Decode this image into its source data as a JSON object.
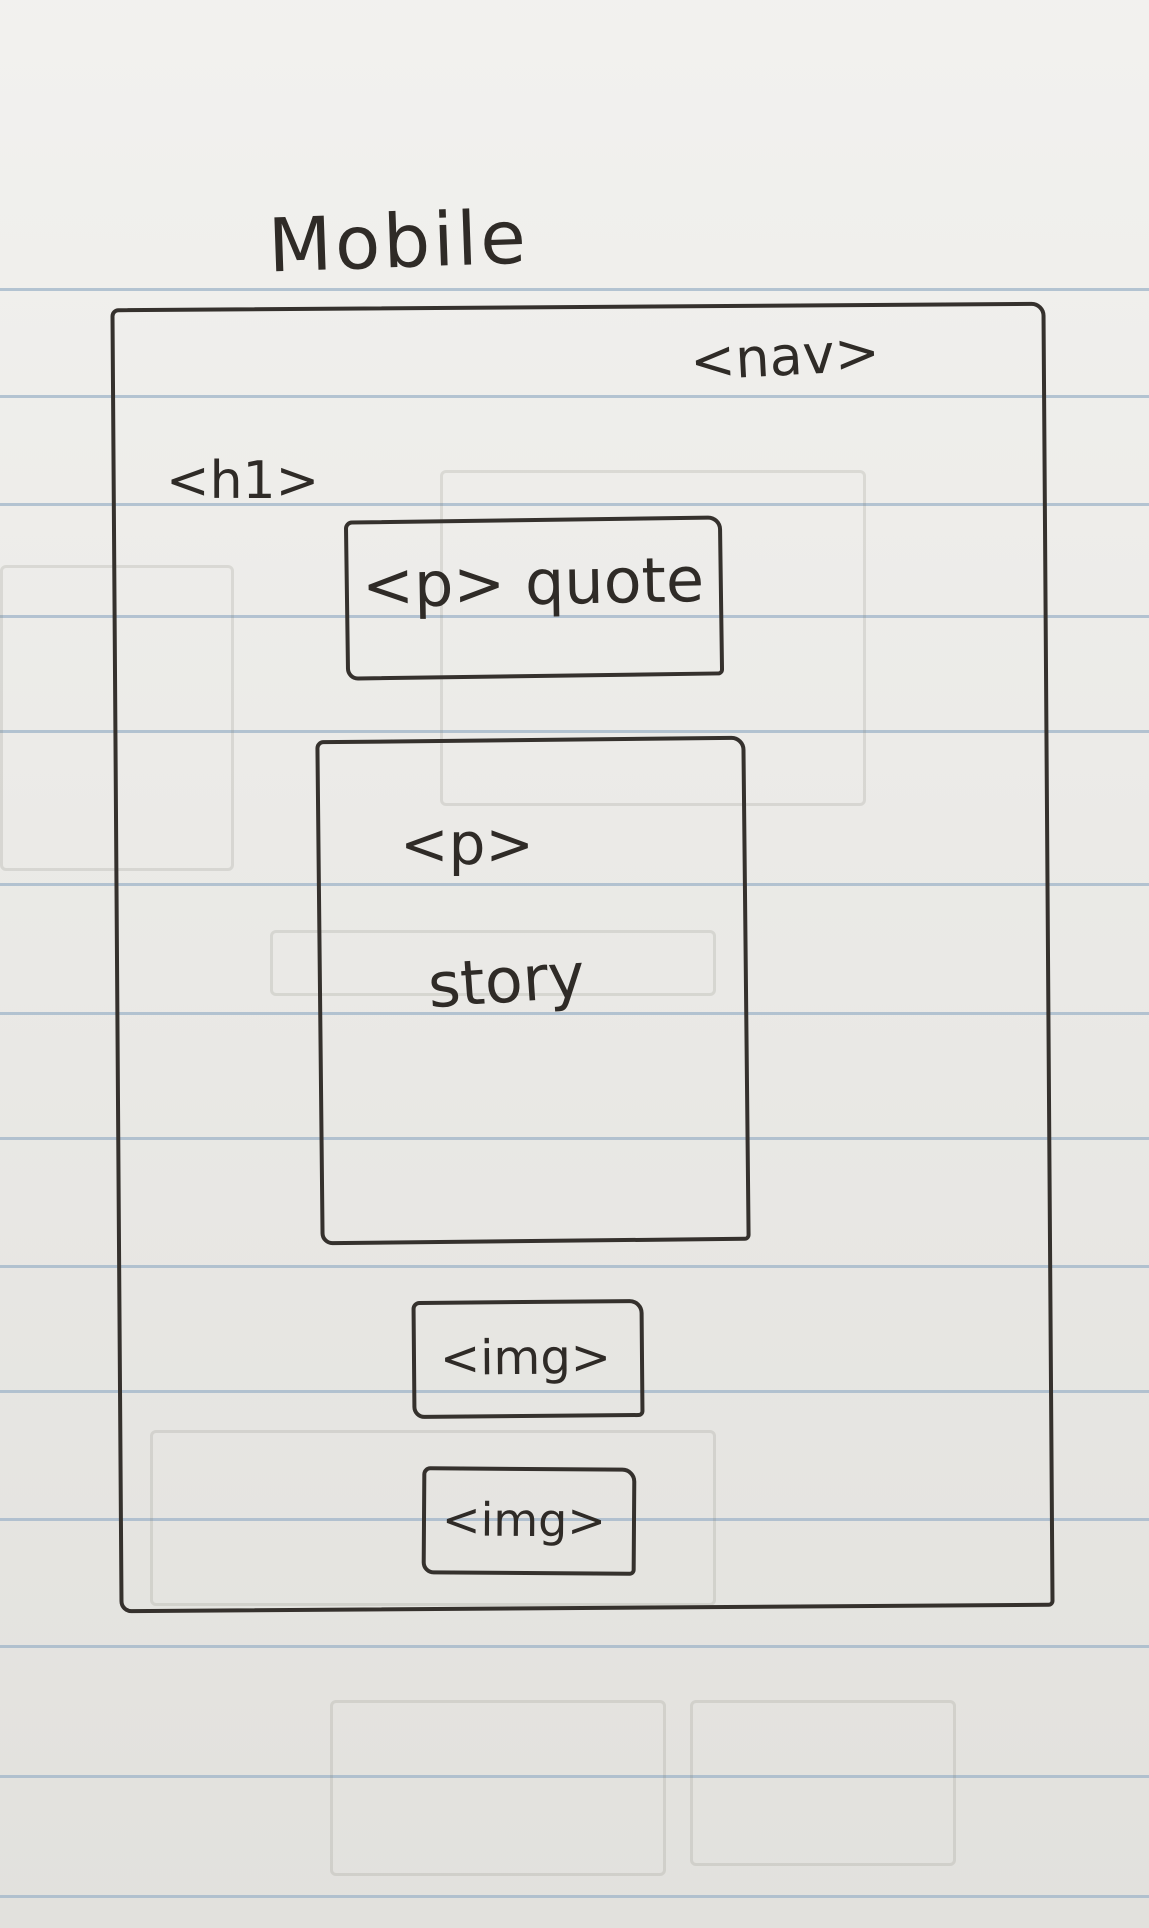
{
  "sketch": {
    "title": "Mobile",
    "labels": {
      "nav": "<nav>",
      "h1": "<h1>",
      "quote": "<p> quote",
      "story_tag": "<p>",
      "story_text": "story",
      "img_1": "<img>",
      "img_2": "<img>"
    }
  },
  "colors": {
    "paper": "#ebeae6",
    "ruled_line": "#9fb4c8",
    "ink": "#2f2c29"
  }
}
